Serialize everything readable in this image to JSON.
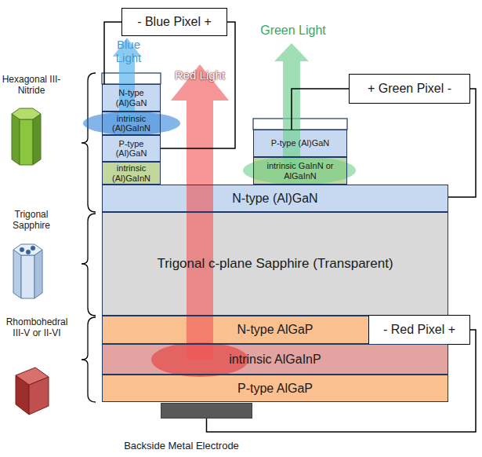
{
  "diagram": {
    "nodes": [
      {
        "text": [
          "- Blue Pixel +"
        ]
      },
      {
        "text": [
          "+ Green Pixel -"
        ]
      },
      {
        "text": [
          "N-type (Al)GaN"
        ]
      },
      {
        "text": [
          "intrinsic (Al)GaInN"
        ]
      },
      {
        "text": [
          "P-type (Al)GaN"
        ]
      },
      {
        "text": [
          "P-type (Al)GaN"
        ]
      },
      {
        "text": [
          "intrinsic (Al)GaInN"
        ]
      },
      {
        "text": [
          "intrinsic GaInN or AlGaInN"
        ]
      },
      {
        "text": [
          "N-type (Al)GaN"
        ]
      },
      {
        "text": [
          "Trigonal c-plane Sapphire (Transparent)"
        ]
      },
      {
        "text": [
          "N-type AlGaP"
        ]
      },
      {
        "text": [
          "- Red Pixel +"
        ]
      },
      {
        "text": [
          "intrinsic AlGaInP"
        ]
      },
      {
        "text": [
          "P-type AlGaP"
        ]
      },
      {
        "text": [
          "Backside Metal Electrode"
        ]
      }
    ],
    "edges": [
      {
        "from": 0,
        "to": 2,
        "arrow": "none"
      },
      {
        "from": 0,
        "to": 4,
        "arrow": "none"
      },
      {
        "from": 1,
        "to": 5,
        "arrow": "none"
      },
      {
        "from": 1,
        "to": 8,
        "arrow": "none"
      },
      {
        "from": 11,
        "to": 10,
        "arrow": "none"
      },
      {
        "from": 11,
        "to": 14,
        "arrow": "none"
      }
    ],
    "labels": [
      "Blue Light",
      "Red Light",
      "Green Light",
      "Hexagonal III-Nitride",
      "Trigonal Sapphire",
      "Rhombohedral III-V or II-VI"
    ]
  }
}
